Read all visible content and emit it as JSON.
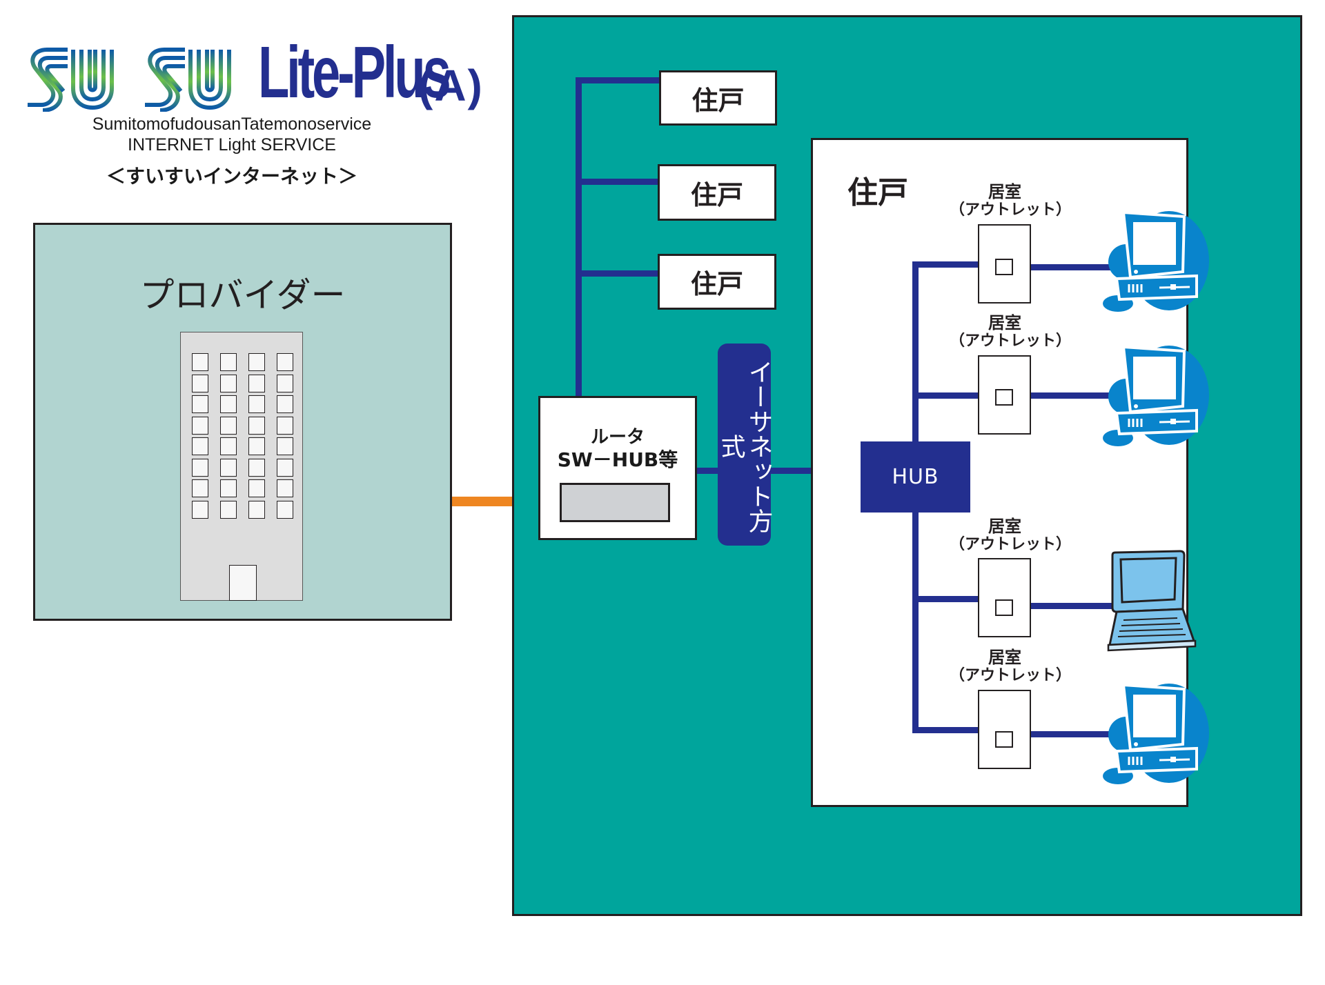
{
  "logo": {
    "brand_mark": "SUI SUI",
    "product": "Lite-Plus",
    "variant": "(A)",
    "subtitle_1": "SumitomofudousanTatemonoservice",
    "subtitle_2": "INTERNET Light SERVICE",
    "subtitle_3": "＜すいすいインターネット＞",
    "colors": {
      "product": "#232f8f",
      "mark_blue": "#1a5fb4",
      "mark_green": "#6cc04a"
    }
  },
  "provider": {
    "title": "プロバイダー",
    "icon": "office-building-icon",
    "bg_color": "#b1d4d0"
  },
  "uplink": {
    "color": "#ee8621"
  },
  "mansion": {
    "bg_color": "#00a59c",
    "line_color": "#232f8f",
    "units": [
      {
        "label": "住戸"
      },
      {
        "label": "住戸"
      },
      {
        "label": "住戸"
      }
    ],
    "router": {
      "line1": "ルータ",
      "line2": "SW－HUB等"
    },
    "ethernet_label": "イーサネット方式"
  },
  "house": {
    "title": "住戸",
    "hub_label": "HUB",
    "rooms": [
      {
        "name": "居室",
        "sub": "（アウトレット）",
        "device": "desktop-pc-icon"
      },
      {
        "name": "居室",
        "sub": "（アウトレット）",
        "device": "desktop-pc-icon"
      },
      {
        "name": "居室",
        "sub": "（アウトレット）",
        "device": "laptop-icon"
      },
      {
        "name": "居室",
        "sub": "（アウトレット）",
        "device": "desktop-pc-icon"
      }
    ]
  }
}
